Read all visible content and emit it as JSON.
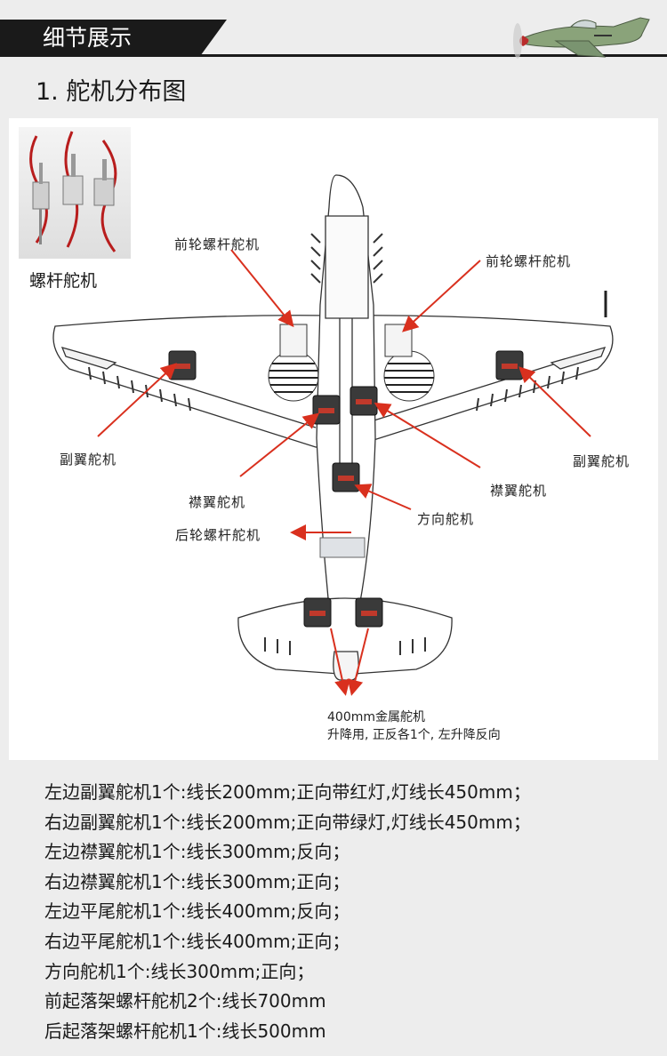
{
  "banner": {
    "title": "细节展示"
  },
  "section": {
    "title": "1. 舵机分布图"
  },
  "photo": {
    "caption": "螺杆舵机"
  },
  "labels": {
    "front_left": "前轮螺杆舵机",
    "front_right": "前轮螺杆舵机",
    "aileron_left": "副翼舵机",
    "aileron_right": "副翼舵机",
    "flap_left": "襟翼舵机",
    "flap_right": "襟翼舵机",
    "rudder": "方向舵机",
    "rear_gear": "后轮螺杆舵机",
    "elevator_line1": "400mm金属舵机",
    "elevator_line2": "升降用, 正反各1个, 左升降反向"
  },
  "specs": [
    "左边副翼舵机1个:线长200mm;正向带红灯,灯线长450mm；",
    "右边副翼舵机1个:线长200mm;正向带绿灯,灯线长450mm；",
    "左边襟翼舵机1个:线长300mm;反向；",
    "右边襟翼舵机1个:线长300mm;正向；",
    "左边平尾舵机1个:线长400mm;反向；",
    "右边平尾舵机1个:线长400mm;正向；",
    "方向舵机1个:线长300mm;正向；",
    "前起落架螺杆舵机2个:线长700mm",
    "后起落架螺杆舵机1个:线长500mm"
  ],
  "colors": {
    "arrow": "#d9301e",
    "banner": "#1a1a1a",
    "plane_green": "#8aa37a"
  }
}
